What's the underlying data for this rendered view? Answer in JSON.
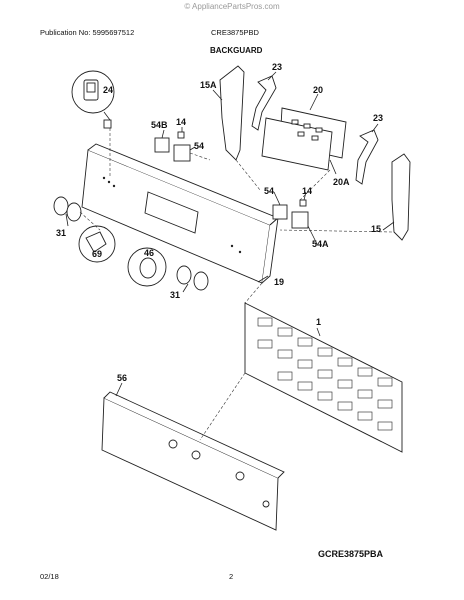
{
  "watermark": "© AppliancePartsPros.com",
  "header": {
    "publication": "Publication No: 5995697512",
    "model": "CRE3875PBD",
    "section_title": "BACKGUARD"
  },
  "diagram": {
    "code": "GCRE3875PBA",
    "callouts": {
      "c24": "24",
      "c15A": "15A",
      "c23a": "23",
      "c20": "20",
      "c23b": "23",
      "c54B": "54B",
      "c14a": "14",
      "c54a": "54",
      "c20A": "20A",
      "c54b": "54",
      "c14b": "14",
      "c15": "15",
      "c54A": "54A",
      "c31a": "31",
      "c69": "69",
      "c46": "46",
      "c31b": "31",
      "c19": "19",
      "c1": "1",
      "c56": "56"
    }
  },
  "footer": {
    "date": "02/18",
    "page": "2"
  }
}
